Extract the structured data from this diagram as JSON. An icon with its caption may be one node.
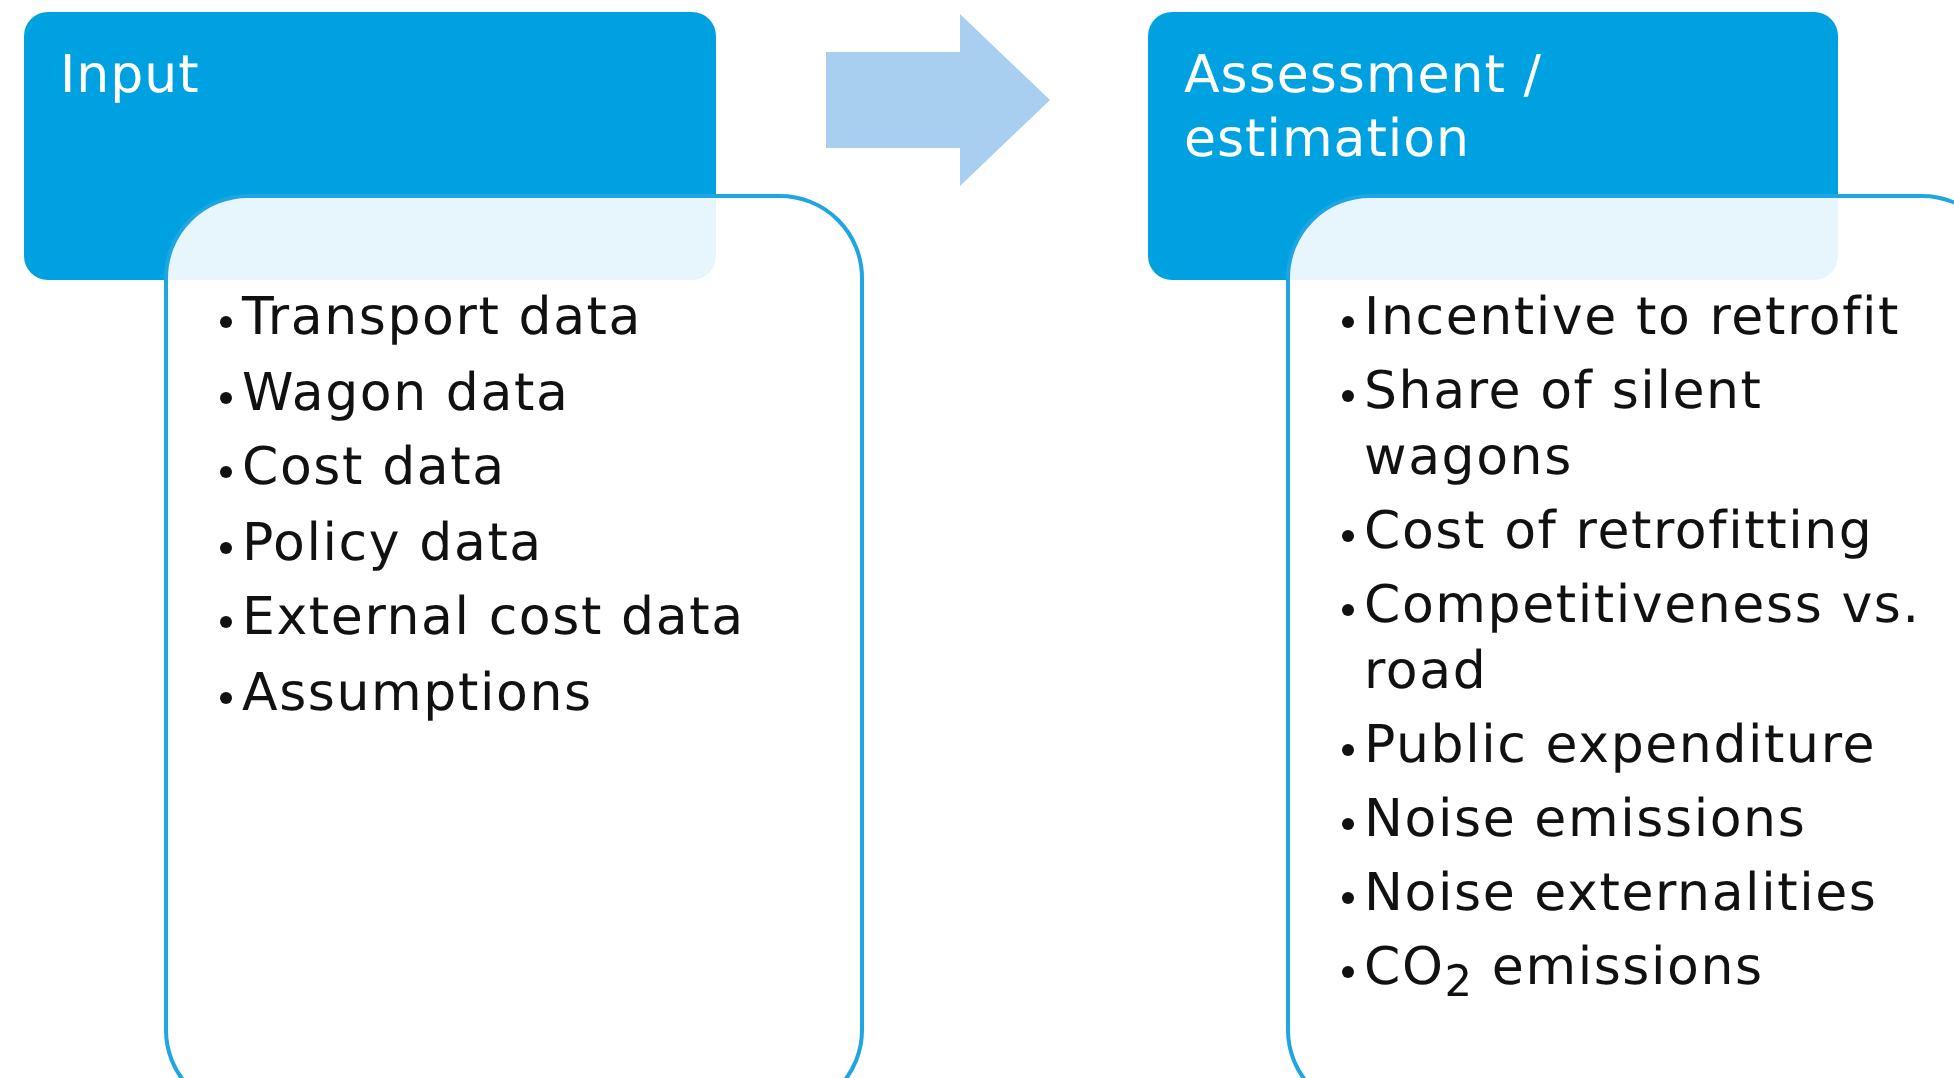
{
  "diagram": {
    "nodes": [
      {
        "text": [
          "Input"
        ]
      },
      {
        "text": [
          "Transport data",
          "Wagon data",
          "Cost data",
          "Policy data",
          "External cost data",
          "Assumptions"
        ]
      },
      {
        "text": [
          "Assessment / estimation"
        ]
      },
      {
        "text": [
          "Incentive to retrofit",
          "Share of silent wagons",
          "Cost of retrofitting",
          "Competitiveness vs. road",
          "Public expenditure",
          "Noise emissions",
          "Noise externalities",
          "CO$_{2}$ emissions"
        ]
      }
    ],
    "edges": [
      {
        "from": 0,
        "to": 2,
        "arrow": "to"
      }
    ]
  }
}
